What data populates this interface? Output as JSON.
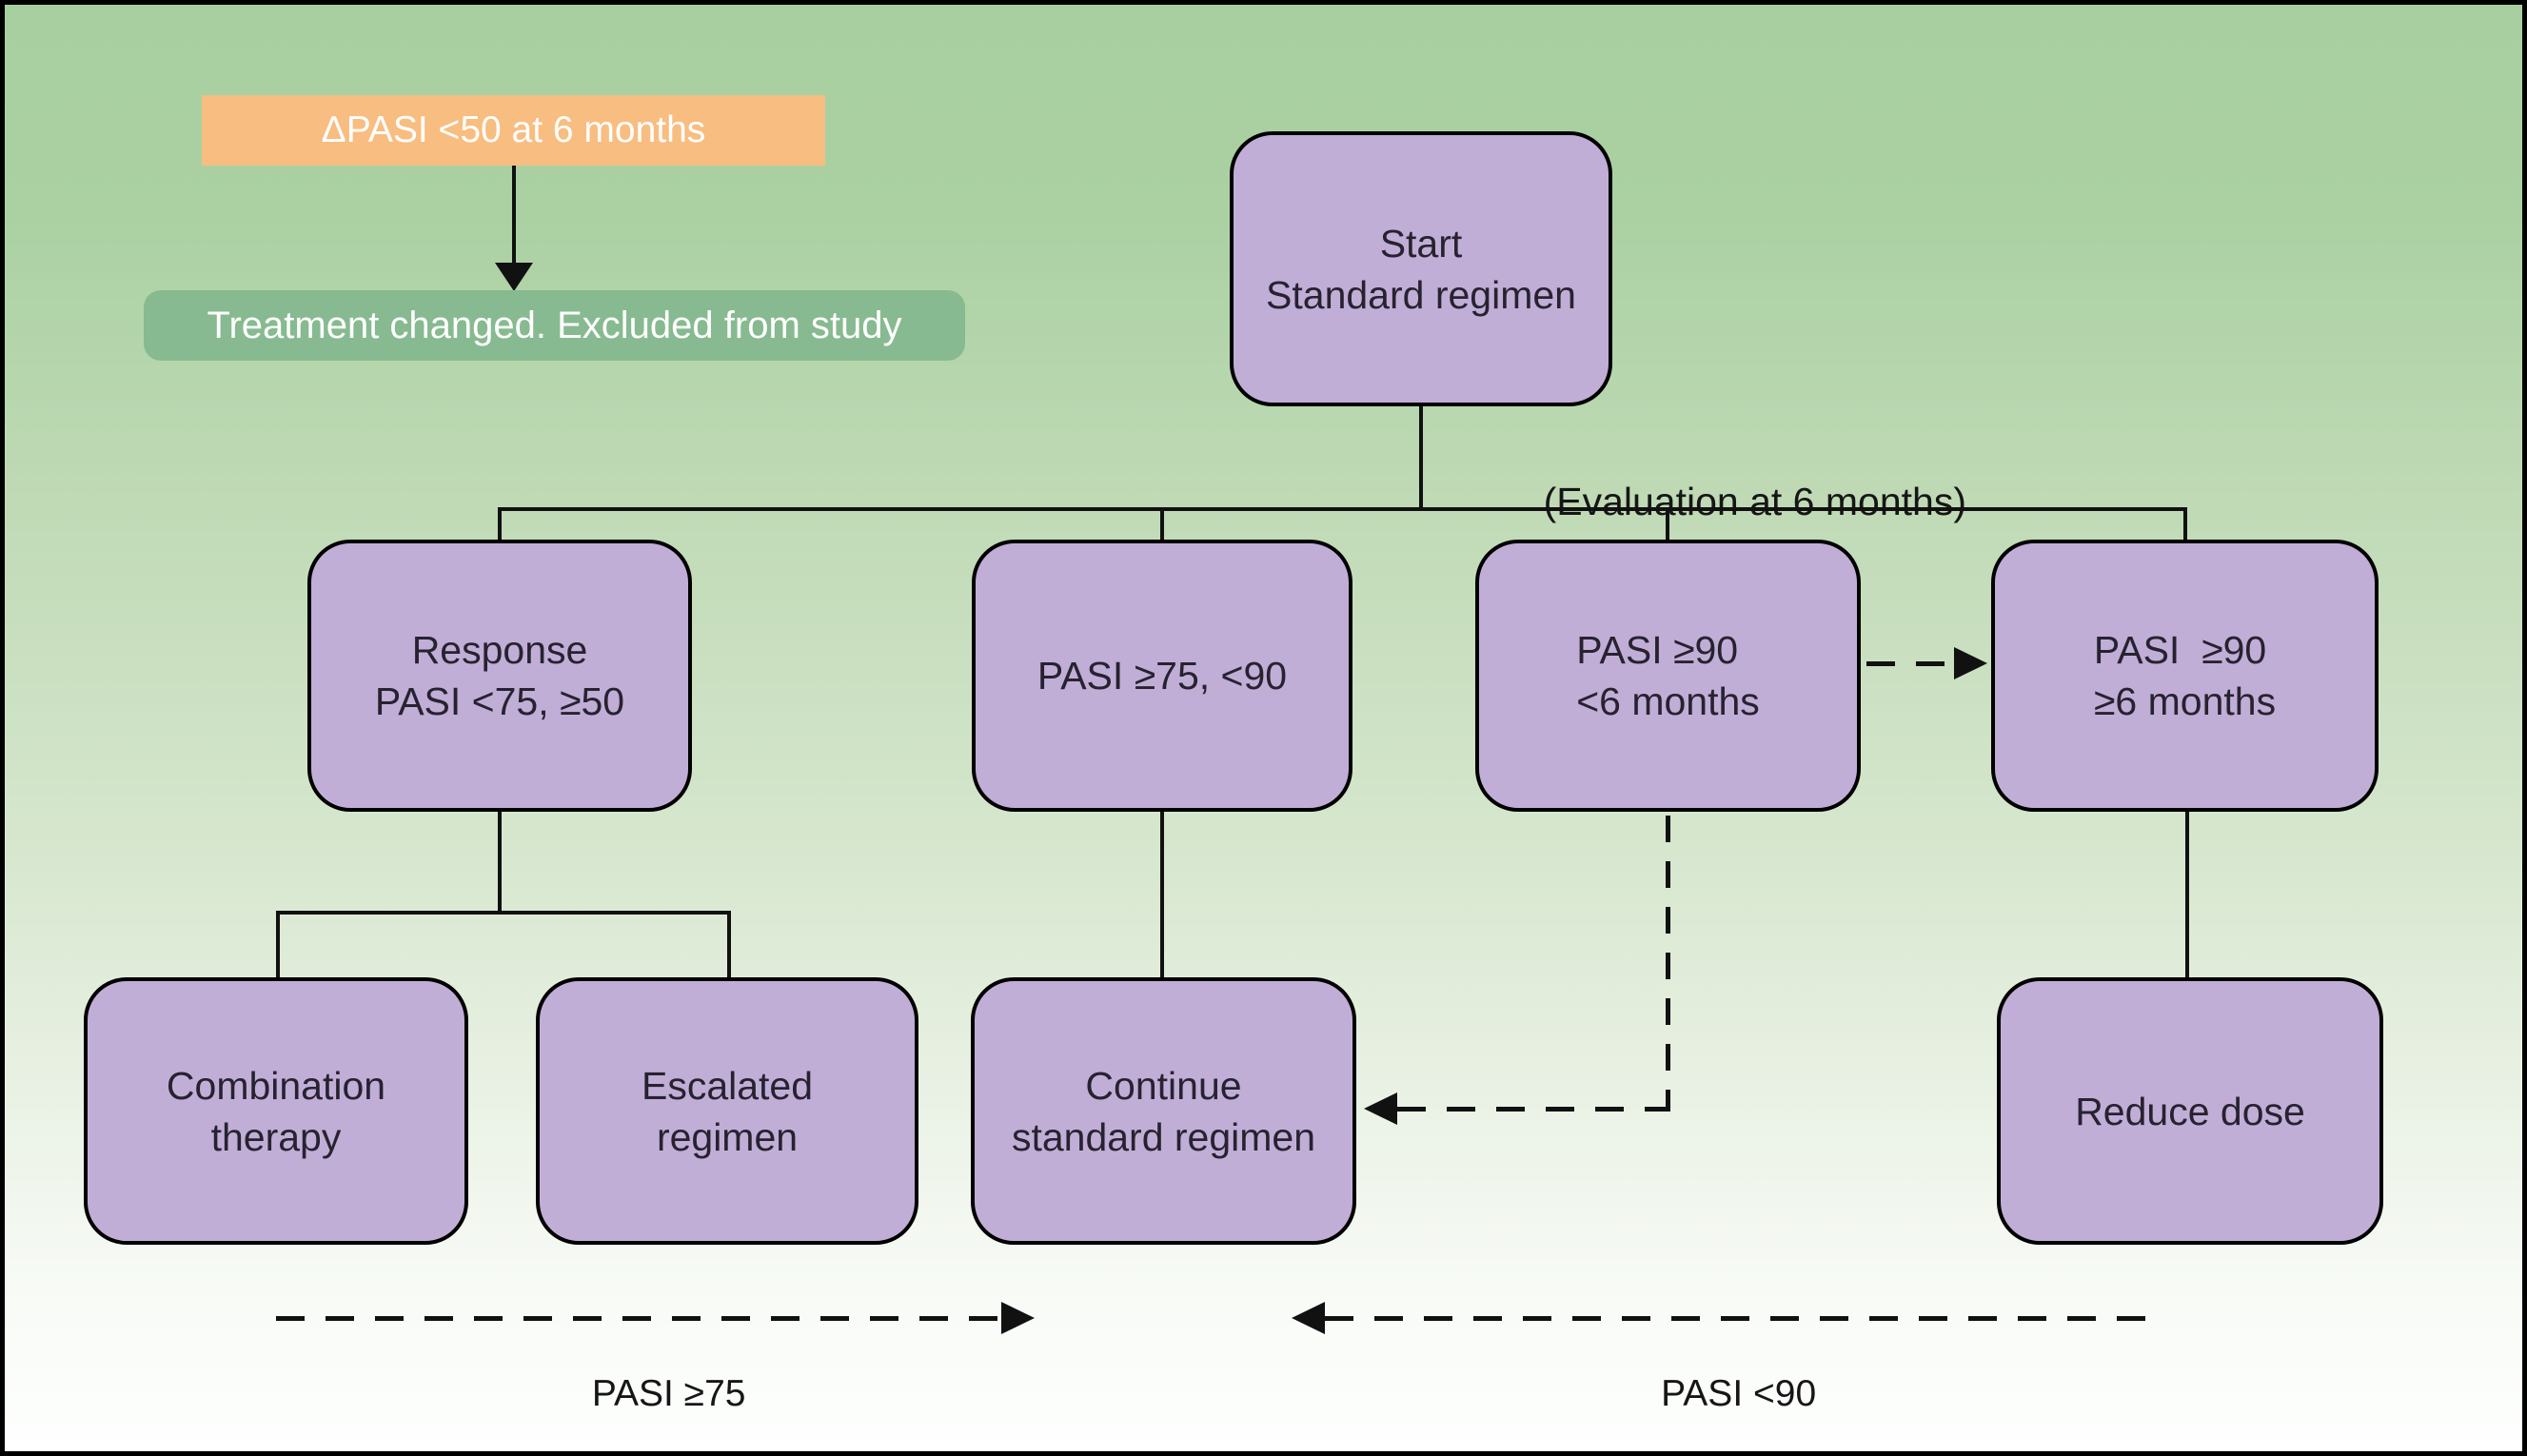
{
  "nodes": {
    "delta_pasi": {
      "label": "ΔPASI <50 at 6 months"
    },
    "excluded": {
      "label": "Treatment changed. Excluded from study"
    },
    "start": {
      "label": "Start\nStandard regimen"
    },
    "response": {
      "label": "Response\nPASI <75, ≥50"
    },
    "pasi_75_90": {
      "label": "PASI ≥75, <90"
    },
    "pasi_90_lt6m": {
      "label": "PASI ≥90\n<6 months"
    },
    "pasi_90_ge6m": {
      "label": "PASI  ≥90\n≥6 months"
    },
    "combination": {
      "label": "Combination\ntherapy"
    },
    "escalated": {
      "label": "Escalated\nregimen"
    },
    "continue_standard": {
      "label": "Continue\nstandard regimen"
    },
    "reduce_dose": {
      "label": "Reduce dose"
    }
  },
  "annotations": {
    "evaluation": "(Evaluation at 6 months)",
    "pasi_ge_75": "PASI ≥75",
    "pasi_lt_90": "PASI <90"
  },
  "colors": {
    "node_purple": "#c1aed7",
    "node_orange": "#f8bd80",
    "node_green": "#87ba90",
    "bg_top": "#a8cfa0",
    "bg_bottom": "#fefffe",
    "line": "#111111",
    "text_dark": "#272230",
    "text_light": "#ffffff"
  }
}
